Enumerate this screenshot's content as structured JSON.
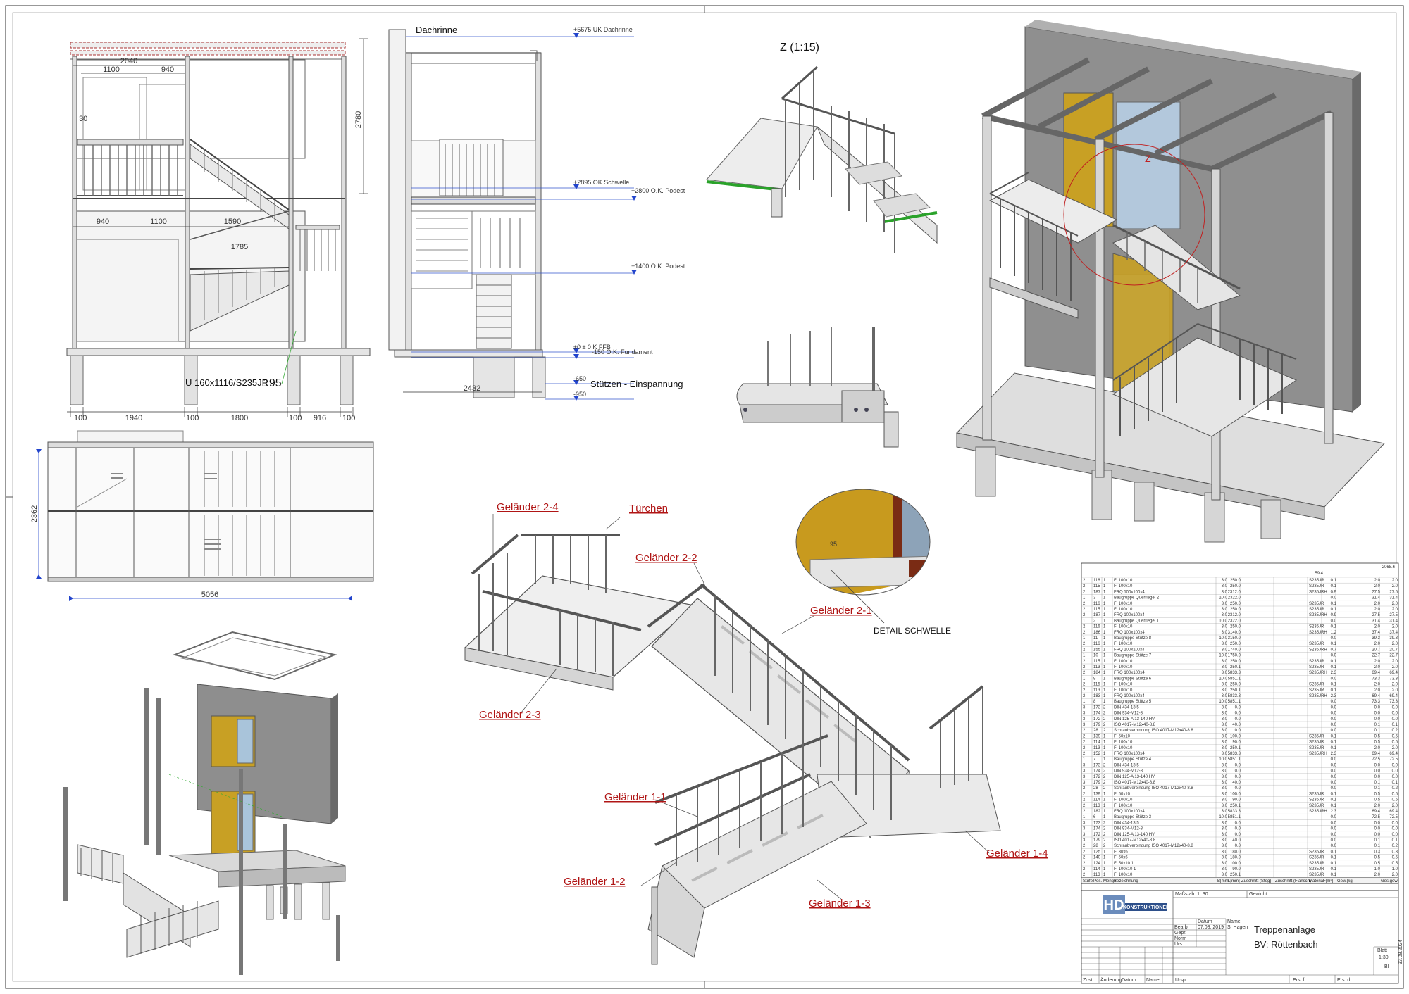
{
  "front_view": {
    "dims_top": [
      "2040",
      "1100",
      "940"
    ],
    "dim_30": "30",
    "dims_mid": [
      "940",
      "1100",
      "1590",
      "1785"
    ],
    "dim_height": "2780",
    "profile_label": "U 160x1116/S235JR",
    "profile_num": "195",
    "dims_bottom": [
      "100",
      "1940",
      "100",
      "1800",
      "100",
      "916",
      "100"
    ]
  },
  "side_view": {
    "gutter_label": "Dachrinne",
    "levels": [
      "+5675 UK Dachrinne",
      "+2895 OK Schwelle",
      "+2800 O.K. Podest",
      "+1400 O.K. Podest",
      "±0 ± 0 K FFB",
      "-150 O.K. Fundament",
      "-650",
      "-950"
    ],
    "support_label": "Stützen - Einspannung",
    "dim_width": "2432"
  },
  "plan_view": {
    "dim_width": "5056",
    "dim_height": "2362"
  },
  "detail_z": {
    "title": "Z (1:15)"
  },
  "detail_threshold": {
    "label": "DETAIL SCHWELLE",
    "dim": "95"
  },
  "iso_callouts": [
    "Geländer 2-4",
    "Türchen",
    "Geländer 2-2",
    "Geländer 2-1",
    "Geländer 2-3",
    "Geländer 1-1",
    "Geländer 1-4",
    "Geländer 1-2",
    "Geländer 1-3"
  ],
  "iso_view": {
    "marker": "Z"
  },
  "bom": {
    "total_top": "2068.6",
    "sub_top": "59.4",
    "header": [
      "Stufe",
      "Pos.",
      "Menge",
      "Bezeichnung",
      "B[mm]",
      "L[mm]",
      "Zuschnitt (Steg)",
      "Zuschnitt (Flansch)",
      "Material",
      "F[m²]",
      "Gew.[kg]",
      "Ges.gew."
    ],
    "rows": [
      [
        "2",
        "116",
        "1",
        "Fl 100x10",
        "3.0",
        "250.0",
        "",
        "",
        "S235JR",
        "0.1",
        "2.0",
        "2.0"
      ],
      [
        "2",
        "115",
        "1",
        "Fl 100x10",
        "3.0",
        "250.0",
        "",
        "",
        "S235JR",
        "0.1",
        "2.0",
        "2.0"
      ],
      [
        "2",
        "187",
        "1",
        "FRQ 100x100x4",
        "3.0",
        "2312.0",
        "",
        "",
        "S235JRH",
        "0.9",
        "27.5",
        "27.5"
      ],
      [
        "1",
        "3",
        "1",
        "Baugruppe Querriegel 2",
        "10.0",
        "2322.0",
        "",
        "",
        "",
        "0.0",
        "31.4",
        "31.4"
      ],
      [
        "2",
        "116",
        "1",
        "Fl 100x10",
        "3.0",
        "250.0",
        "",
        "",
        "S235JR",
        "0.1",
        "2.0",
        "2.0"
      ],
      [
        "2",
        "115",
        "1",
        "Fl 100x10",
        "3.0",
        "250.0",
        "",
        "",
        "S235JR",
        "0.1",
        "2.0",
        "2.0"
      ],
      [
        "2",
        "187",
        "1",
        "FRQ 100x100x4",
        "3.0",
        "2312.0",
        "",
        "",
        "S235JRH",
        "0.9",
        "27.5",
        "27.5"
      ],
      [
        "1",
        "2",
        "1",
        "Baugruppe Querriegel 1",
        "10.0",
        "2322.0",
        "",
        "",
        "",
        "0.0",
        "31.4",
        "31.4"
      ],
      [
        "2",
        "116",
        "1",
        "Fl 100x10",
        "3.0",
        "250.0",
        "",
        "",
        "S235JR",
        "0.1",
        "2.0",
        "2.0"
      ],
      [
        "2",
        "186",
        "1",
        "FRQ 100x100x4",
        "3.0",
        "3140.0",
        "",
        "",
        "S235JRH",
        "1.2",
        "37.4",
        "37.4"
      ],
      [
        "1",
        "11",
        "1",
        "Baugruppe Stütze 8",
        "10.0",
        "3150.0",
        "",
        "",
        "",
        "0.0",
        "39.3",
        "39.3"
      ],
      [
        "2",
        "116",
        "1",
        "Fl 100x10",
        "3.0",
        "250.0",
        "",
        "",
        "S235JR",
        "0.1",
        "2.0",
        "2.0"
      ],
      [
        "2",
        "155",
        "1",
        "FRQ 100x100x4",
        "3.0",
        "1740.0",
        "",
        "",
        "S235JRH",
        "0.7",
        "20.7",
        "20.7"
      ],
      [
        "1",
        "10",
        "1",
        "Baugruppe Stütze 7",
        "10.0",
        "1750.0",
        "",
        "",
        "",
        "0.0",
        "22.7",
        "22.7"
      ],
      [
        "2",
        "115",
        "1",
        "Fl 100x10",
        "3.0",
        "250.0",
        "",
        "",
        "S235JR",
        "0.1",
        "2.0",
        "2.0"
      ],
      [
        "2",
        "113",
        "1",
        "Fl 100x10",
        "3.0",
        "250.1",
        "",
        "",
        "S235JR",
        "0.1",
        "2.0",
        "2.0"
      ],
      [
        "2",
        "184",
        "1",
        "FRQ 100x100x4",
        "3.0",
        "5833.3",
        "",
        "",
        "S235JRH",
        "2.3",
        "69.4",
        "69.4"
      ],
      [
        "1",
        "9",
        "1",
        "Baugruppe Stütze 6",
        "10.0",
        "5851.1",
        "",
        "",
        "",
        "0.0",
        "73.3",
        "73.3"
      ],
      [
        "2",
        "115",
        "1",
        "Fl 100x10",
        "3.0",
        "250.0",
        "",
        "",
        "S235JR",
        "0.1",
        "2.0",
        "2.0"
      ],
      [
        "2",
        "113",
        "1",
        "Fl 100x10",
        "3.0",
        "250.1",
        "",
        "",
        "S235JR",
        "0.1",
        "2.0",
        "2.0"
      ],
      [
        "2",
        "183",
        "1",
        "FRQ 100x100x4",
        "3.0",
        "5833.3",
        "",
        "",
        "S235JRH",
        "2.3",
        "69.4",
        "69.4"
      ],
      [
        "1",
        "8",
        "1",
        "Baugruppe Stütze 5",
        "10.0",
        "5851.1",
        "",
        "",
        "",
        "0.0",
        "73.3",
        "73.3"
      ],
      [
        "3",
        "173",
        "2",
        "DIN 434-13.5",
        "3.0",
        "0.0",
        "",
        "",
        "",
        "0.0",
        "0.0",
        "0.0"
      ],
      [
        "3",
        "174",
        "2",
        "DIN 934-M12-8",
        "3.0",
        "0.0",
        "",
        "",
        "",
        "0.0",
        "0.0",
        "0.0"
      ],
      [
        "3",
        "172",
        "2",
        "DIN 125-A 13-140 HV",
        "3.0",
        "0.0",
        "",
        "",
        "",
        "0.0",
        "0.0",
        "0.0"
      ],
      [
        "3",
        "179",
        "2",
        "ISO 4017-M12x40-8.8",
        "3.0",
        "40.0",
        "",
        "",
        "",
        "0.0",
        "0.1",
        "0.1"
      ],
      [
        "2",
        "28",
        "2",
        "Schraubverbindung ISO 4017-M12x40-8.8",
        "3.0",
        "0.0",
        "",
        "",
        "",
        "0.0",
        "0.1",
        "0.2"
      ],
      [
        "2",
        "139",
        "1",
        "Fl 50x10",
        "3.0",
        "100.0",
        "",
        "",
        "S235JR",
        "0.1",
        "0.5",
        "0.5"
      ],
      [
        "2",
        "114",
        "1",
        "Fl 100x10",
        "3.0",
        "90.0",
        "",
        "",
        "S235JR",
        "0.1",
        "0.5",
        "0.5"
      ],
      [
        "2",
        "113",
        "1",
        "Fl 100x10",
        "3.0",
        "250.1",
        "",
        "",
        "S235JR",
        "0.1",
        "2.0",
        "2.0"
      ],
      [
        "2",
        "152",
        "1",
        "FRQ 100x100x4",
        "3.0",
        "5833.3",
        "",
        "",
        "S235JRH",
        "2.3",
        "69.4",
        "69.4"
      ],
      [
        "1",
        "7",
        "1",
        "Baugruppe Stütze 4",
        "10.0",
        "5851.1",
        "",
        "",
        "",
        "0.0",
        "72.5",
        "72.5"
      ],
      [
        "3",
        "173",
        "2",
        "DIN 434-13.5",
        "3.0",
        "0.0",
        "",
        "",
        "",
        "0.0",
        "0.0",
        "0.0"
      ],
      [
        "3",
        "174",
        "2",
        "DIN 934-M12-8",
        "3.0",
        "0.0",
        "",
        "",
        "",
        "0.0",
        "0.0",
        "0.0"
      ],
      [
        "3",
        "172",
        "2",
        "DIN 125-A 13-140 HV",
        "3.0",
        "0.0",
        "",
        "",
        "",
        "0.0",
        "0.0",
        "0.0"
      ],
      [
        "3",
        "179",
        "2",
        "ISO 4017-M12x40-8.8",
        "3.0",
        "40.0",
        "",
        "",
        "",
        "0.0",
        "0.1",
        "0.1"
      ],
      [
        "2",
        "28",
        "2",
        "Schraubverbindung ISO 4017-M12x40-8.8",
        "3.0",
        "0.0",
        "",
        "",
        "",
        "0.0",
        "0.1",
        "0.2"
      ],
      [
        "2",
        "139",
        "1",
        "Fl 50x10",
        "3.0",
        "100.0",
        "",
        "",
        "S235JR",
        "0.1",
        "0.5",
        "0.5"
      ],
      [
        "2",
        "114",
        "1",
        "Fl 100x10",
        "3.0",
        "90.0",
        "",
        "",
        "S235JR",
        "0.1",
        "0.5",
        "0.5"
      ],
      [
        "2",
        "113",
        "1",
        "Fl 100x10",
        "3.0",
        "250.1",
        "",
        "",
        "S235JR",
        "0.1",
        "2.0",
        "2.0"
      ],
      [
        "2",
        "182",
        "1",
        "FRQ 100x100x4",
        "3.0",
        "5833.3",
        "",
        "",
        "S235JRH",
        "2.3",
        "69.4",
        "69.4"
      ],
      [
        "1",
        "6",
        "1",
        "Baugruppe Stütze 3",
        "10.0",
        "5851.1",
        "",
        "",
        "",
        "0.0",
        "72.5",
        "72.5"
      ],
      [
        "3",
        "173",
        "2",
        "DIN 434-13.5",
        "3.0",
        "0.0",
        "",
        "",
        "",
        "0.0",
        "0.0",
        "0.0"
      ],
      [
        "3",
        "174",
        "2",
        "DIN 934-M12-8",
        "3.0",
        "0.0",
        "",
        "",
        "",
        "0.0",
        "0.0",
        "0.0"
      ],
      [
        "3",
        "172",
        "2",
        "DIN 125-A 13-140 HV",
        "3.0",
        "0.0",
        "",
        "",
        "",
        "0.0",
        "0.0",
        "0.0"
      ],
      [
        "3",
        "179",
        "2",
        "ISO 4017-M12x40-8.8",
        "3.0",
        "40.0",
        "",
        "",
        "",
        "0.0",
        "0.1",
        "0.1"
      ],
      [
        "2",
        "28",
        "2",
        "Schraubverbindung ISO 4017-M12x40-8.8",
        "3.0",
        "0.0",
        "",
        "",
        "",
        "0.0",
        "0.1",
        "0.2"
      ],
      [
        "2",
        "125",
        "1",
        "Fl 30x6",
        "3.0",
        "180.0",
        "",
        "",
        "S235JR",
        "0.1",
        "0.3",
        "0.3"
      ],
      [
        "2",
        "140",
        "1",
        "Fl 50x6",
        "3.0",
        "180.0",
        "",
        "",
        "S235JR",
        "0.1",
        "0.5",
        "0.5"
      ],
      [
        "2",
        "124",
        "1",
        "Fl 50x10 1",
        "3.0",
        "100.0",
        "",
        "",
        "S235JR",
        "0.1",
        "0.5",
        "0.5"
      ],
      [
        "2",
        "114",
        "1",
        "Fl 100x10 1",
        "3.0",
        "90.0",
        "",
        "",
        "S235JR",
        "0.1",
        "1.0",
        "1.0"
      ],
      [
        "2",
        "113",
        "1",
        "Fl 100x10",
        "3.0",
        "250.1",
        "",
        "",
        "S235JR",
        "0.1",
        "2.0",
        "2.0"
      ]
    ]
  },
  "title_block": {
    "logo_initials": "HD",
    "logo_name": "KONSTRUKTIONEN",
    "scale_label": "Maßstab: 1: 30",
    "weight_label": "Gewicht",
    "col_date": "Datum",
    "col_name": "Name",
    "row_labels": [
      "Bearb.",
      "Gepr.",
      "Norm",
      "Urs."
    ],
    "drawn_date": "07.08..2019",
    "drawn_name": "S. Hagen",
    "project": "Treppenanlage",
    "site": "BV: Röttenbach",
    "sheet_label": "Blatt",
    "sheet_scale": "1:30",
    "sheet_num": "Bl",
    "revision_cols": [
      "Zust.",
      "Änderung",
      "Datum",
      "Name"
    ],
    "orig": "Urspr.",
    "ers_f": "Ers. f.:",
    "ers_d": "Ers. d.:",
    "side_code": "33.08.2024"
  }
}
